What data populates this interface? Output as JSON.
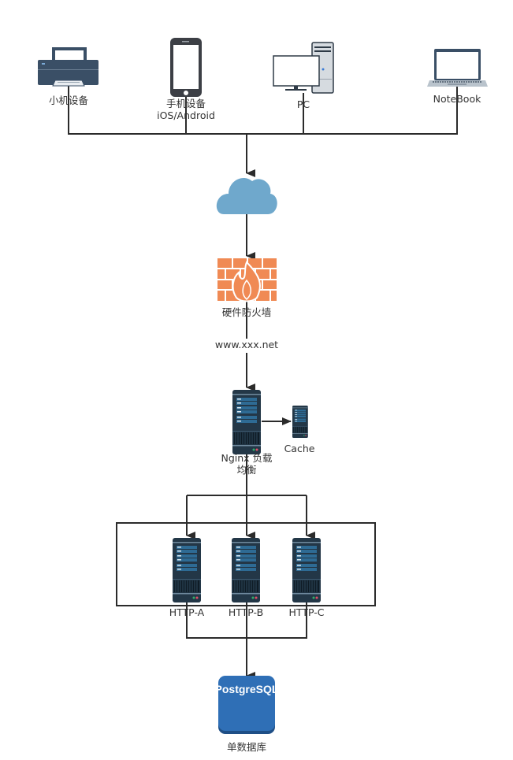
{
  "diagram": {
    "title": "Network architecture",
    "clients": [
      {
        "id": "printer",
        "icon": "printer-icon",
        "label": "小机设备"
      },
      {
        "id": "phone",
        "icon": "smartphone-icon",
        "label_line1": "手机设备",
        "label_line2": "iOS/Android"
      },
      {
        "id": "pc",
        "icon": "desktop-pc-icon",
        "label": "PC"
      },
      {
        "id": "notebook",
        "icon": "laptop-icon",
        "label": "NoteBook"
      }
    ],
    "cloud": {
      "icon": "cloud-icon"
    },
    "firewall": {
      "icon": "firewall-icon",
      "label": "硬件防火墙",
      "domain": "www.xxx.net"
    },
    "load_balancer": {
      "icon": "server-icon",
      "label_line1": "Nginx 负载",
      "label_line2": "均衡"
    },
    "cache": {
      "icon": "server-icon",
      "label": "Cache"
    },
    "http_servers": [
      {
        "icon": "server-icon",
        "label": "HTTP-A"
      },
      {
        "icon": "server-icon",
        "label": "HTTP-B"
      },
      {
        "icon": "server-icon",
        "label": "HTTP-C"
      }
    ],
    "database": {
      "icon": "database-icon",
      "name": "PostgreSQL",
      "label": "单数据库"
    },
    "colors": {
      "line": "#2b2b2b",
      "device_dark": "#3a4f66",
      "server_dark": "#233747",
      "server_stripe": "#2e6b94",
      "cloud": "#6fa8cc",
      "firewall": "#f08a54",
      "db": "#2f6fb6",
      "db_shadow": "#1f4f86"
    }
  }
}
